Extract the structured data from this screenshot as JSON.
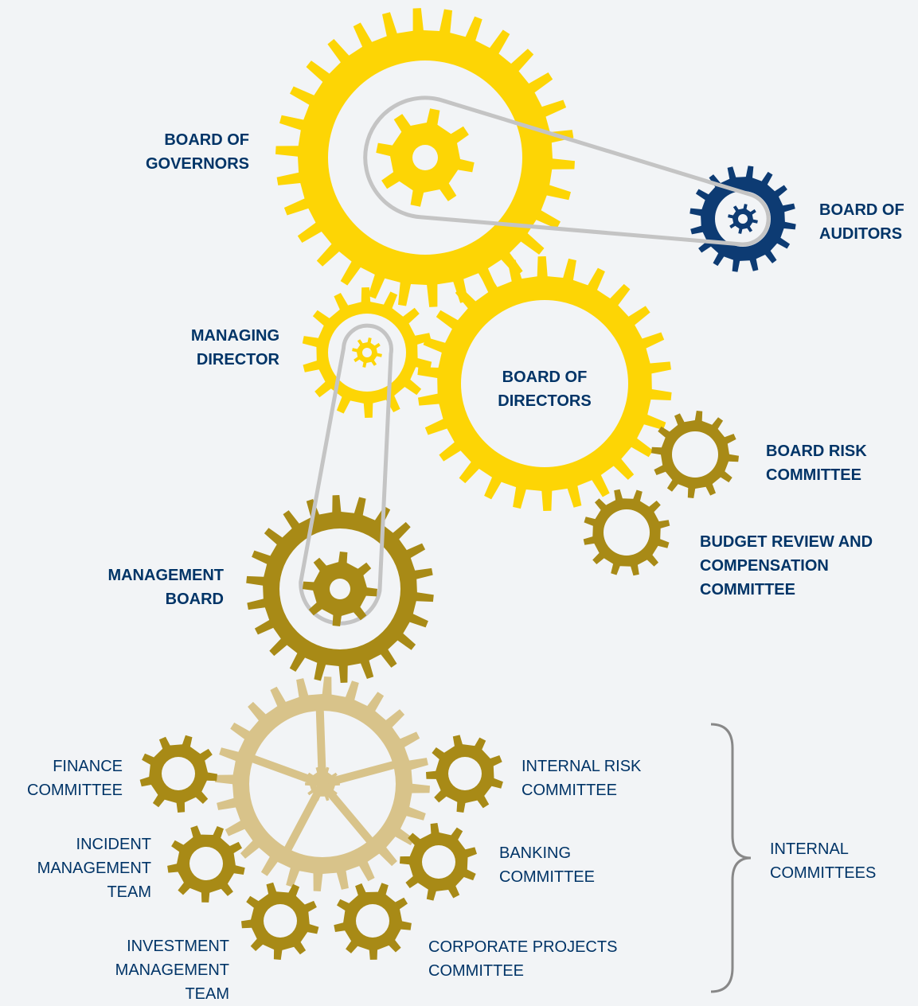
{
  "colors": {
    "background": "#f2f4f6",
    "yellow": "#fdd505",
    "navy": "#0d3b73",
    "olive": "#a88a16",
    "tan": "#d8c38a",
    "belt": "#c4c4c4",
    "brace": "#888888",
    "text": "#003467"
  },
  "labels": {
    "board_of_governors": [
      "BOARD OF",
      "GOVERNORS"
    ],
    "board_of_auditors": [
      "BOARD OF",
      "AUDITORS"
    ],
    "managing_director": [
      "MANAGING",
      "DIRECTOR"
    ],
    "board_of_directors": [
      "BOARD OF",
      "DIRECTORS"
    ],
    "board_risk_committee": [
      "BOARD RISK",
      "COMMITTEE"
    ],
    "budget_review": [
      "BUDGET REVIEW AND",
      "COMPENSATION",
      "COMMITTEE"
    ],
    "management_board": [
      "MANAGEMENT",
      "BOARD"
    ],
    "finance_committee": [
      "FINANCE",
      "COMMITTEE"
    ],
    "internal_risk_committee": [
      "INTERNAL RISK",
      "COMMITTEE"
    ],
    "incident_management_team": [
      "INCIDENT",
      "MANAGEMENT",
      "TEAM"
    ],
    "banking_committee": [
      "BANKING",
      "COMMITTEE"
    ],
    "investment_management_team": [
      "INVESTMENT",
      "MANAGEMENT",
      "TEAM"
    ],
    "corporate_projects_committee": [
      "CORPORATE PROJECTS",
      "COMMITTEE"
    ],
    "internal_committees": [
      "INTERNAL",
      "COMMITTEES"
    ]
  }
}
